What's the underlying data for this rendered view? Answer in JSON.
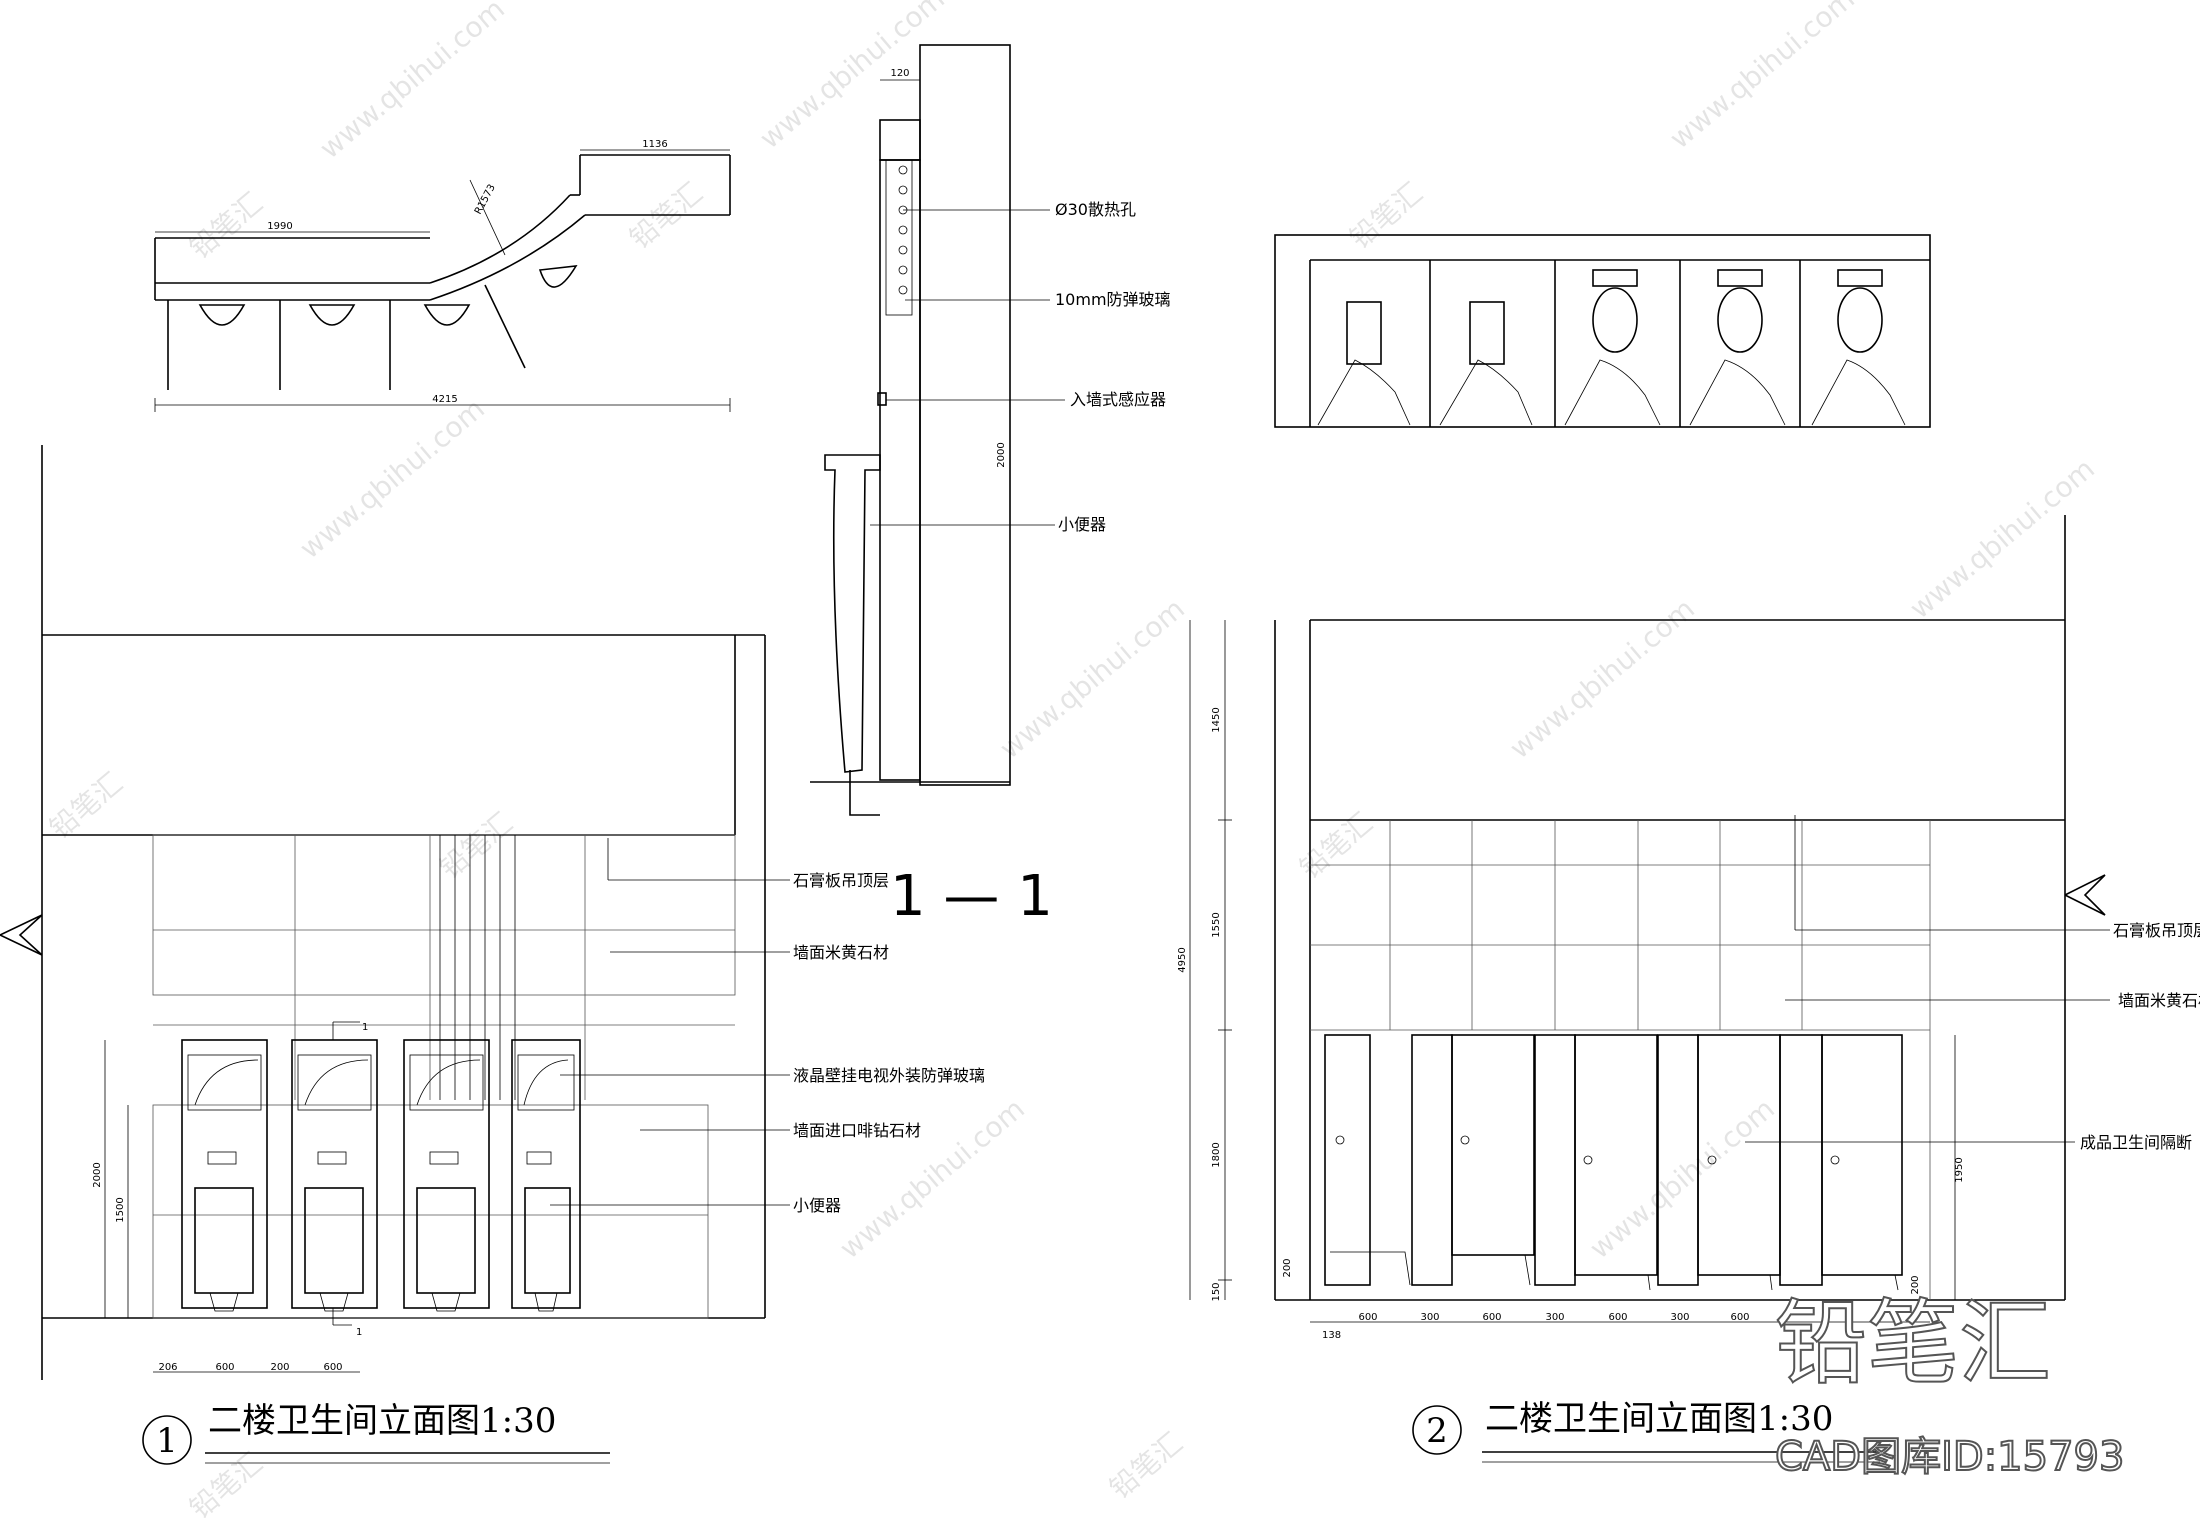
{
  "views": {
    "plan": {
      "dim_left": "1990",
      "dim_right": "1136",
      "dim_radius": "R1573",
      "dim_total": "4215"
    },
    "section": {
      "dim_top": "120",
      "dim_height": "2000",
      "label_vent": "Ø30散热孔",
      "label_glass": "10mm防弹玻璃",
      "label_sensor": "入墙式感应器",
      "label_urinal": "小便器",
      "section_mark": "1 — 1"
    },
    "elevation_1": {
      "number": "1",
      "title": "二楼卫生间立面图1:30",
      "cut_mark_top": "1",
      "cut_mark_bottom": "1",
      "dim_2000": "2000",
      "dim_1500": "1500",
      "bottom_dims": [
        "206",
        "600",
        "200",
        "600"
      ],
      "label_ceiling": "石膏板吊顶层",
      "label_wall_stone": "墙面米黄石材",
      "label_lcd": "液晶壁挂电视外装防弹玻璃",
      "label_coffee_stone": "墙面进口啡钻石材",
      "label_urinal": "小便器"
    },
    "elevation_2": {
      "number": "2",
      "title": "二楼卫生间立面图1:30",
      "dim_total": "4950",
      "dim_1450": "1450",
      "dim_1550": "1550",
      "dim_1800": "1800",
      "dim_150": "150",
      "dim_200": "200",
      "dim_138": "138",
      "dim_1950": "1950",
      "dim_200_right": "200",
      "bottom_dims": [
        "600",
        "300",
        "600",
        "300",
        "600",
        "300",
        "600"
      ],
      "label_ceiling": "石膏板吊顶层",
      "label_wall_stone": "墙面米黄石材",
      "label_partition": "成品卫生间隔断"
    }
  },
  "watermark": {
    "brand_cn": "铅笔汇",
    "url": "www.qbihui.com",
    "big_brand": "铅笔汇",
    "library_id": "CAD图库ID:15793"
  }
}
